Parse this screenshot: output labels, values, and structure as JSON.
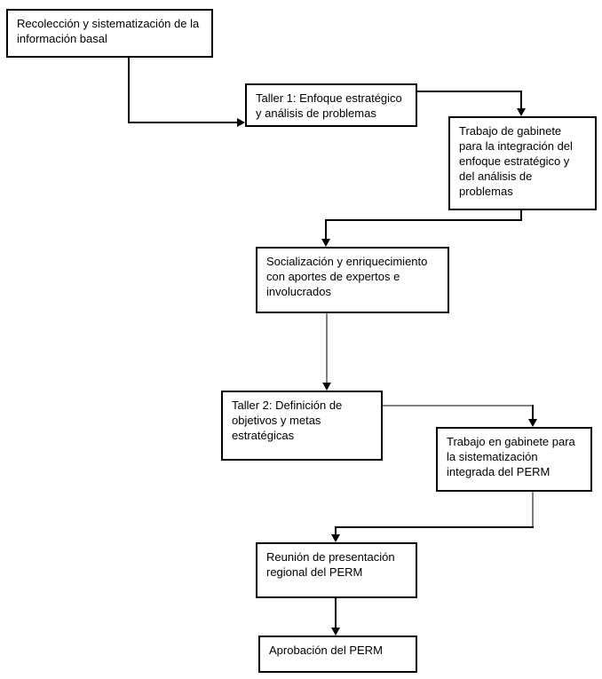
{
  "diagram": {
    "boxes": [
      {
        "id": "recoleccion-basal",
        "label": "Recolección y sistematización de la\ninformación basal"
      },
      {
        "id": "taller-1",
        "label": "Taller 1: Enfoque estratégico\ny análisis de problemas"
      },
      {
        "id": "gabinete-integracion",
        "label": "Trabajo de gabinete\npara la integración del\nenfoque estratégico y\ndel análisis de\nproblemas"
      },
      {
        "id": "socializacion",
        "label": "Socialización y enriquecimiento\ncon aportes de expertos e\ninvolucrados"
      },
      {
        "id": "taller-2",
        "label": "Taller 2: Definición de\nobjetivos y metas\nestratégicas"
      },
      {
        "id": "gabinete-sistematizacion",
        "label": "Trabajo en gabinete para\nla sistematización\nintegrada del PERM"
      },
      {
        "id": "reunion-presentacion",
        "label": "Reunión de presentación\nregional del PERM"
      },
      {
        "id": "aprobacion",
        "label": "Aprobación del PERM"
      }
    ]
  },
  "colors": {
    "bg": "#ffffff",
    "text": "#000000",
    "border": "#000000",
    "connector": "#000000",
    "connector_gray": "#808080"
  }
}
